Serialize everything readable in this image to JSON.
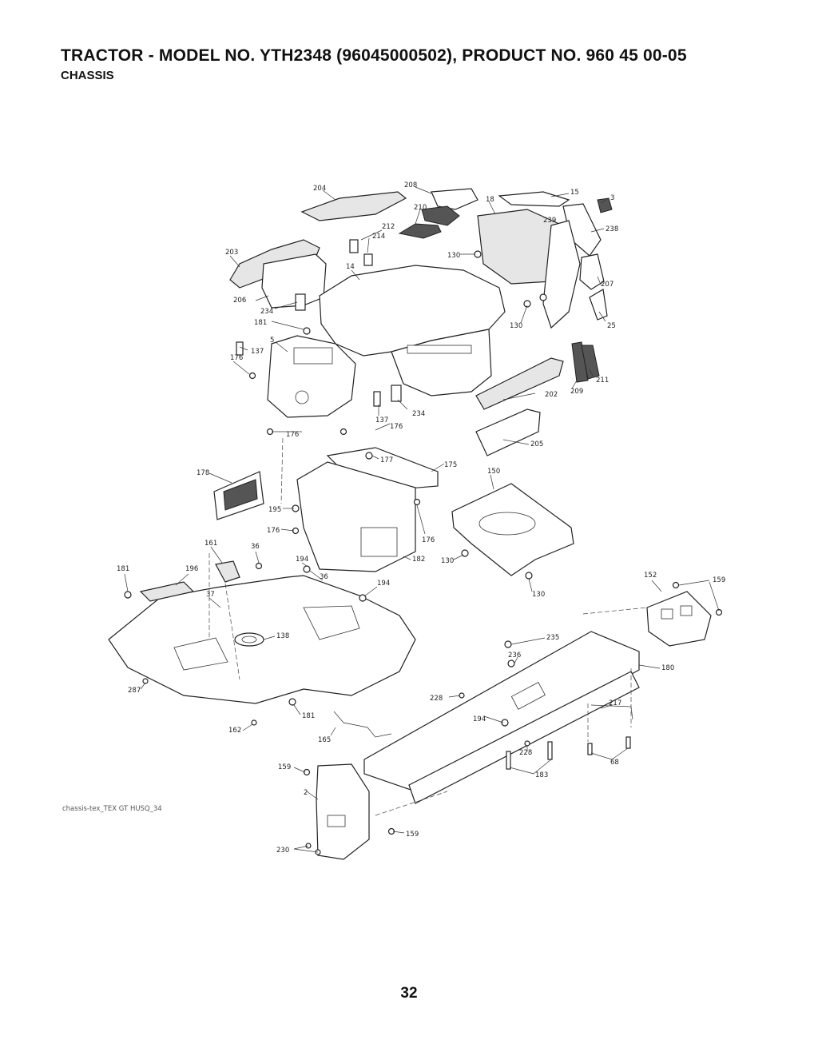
{
  "header": {
    "title": "TRACTOR - MODEL NO. YTH2348 (96045000502), PRODUCT NO. 960 45 00-05",
    "subtitle": "CHASSIS"
  },
  "diagram": {
    "file_reference": "chassis-tex_TEX GT HUSQ_34",
    "callouts": {
      "c204": "204",
      "c208": "208",
      "c210": "210",
      "c18": "18",
      "c15": "15",
      "c3": "3",
      "c212": "212",
      "c214": "214",
      "c239": "239",
      "c238": "238",
      "c203": "203",
      "c130a": "130",
      "c14": "14",
      "c207": "207",
      "c206": "206",
      "c234a": "234",
      "c130b": "130",
      "c25": "25",
      "c181a": "181",
      "c5": "5",
      "c137a": "137",
      "c176a": "176",
      "c211": "211",
      "c209": "209",
      "c202": "202",
      "c137b": "137",
      "c234b": "234",
      "c176b": "176",
      "c176c": "176",
      "c205": "205",
      "c177": "177",
      "c175": "175",
      "c178": "178",
      "c150": "150",
      "c195": "195",
      "c176d": "176",
      "c176e": "176",
      "c161": "161",
      "c36a": "36",
      "c194a": "194",
      "c182": "182",
      "c130c": "130",
      "c181b": "181",
      "c196": "196",
      "c36b": "36",
      "c194b": "194",
      "c130d": "130",
      "c152": "152",
      "c159a": "159",
      "c37": "37",
      "c138": "138",
      "c235": "235",
      "c236": "236",
      "c180": "180",
      "c287": "287",
      "c228a": "228",
      "c217": "217",
      "c181c": "181",
      "c194c": "194",
      "c162": "162",
      "c165": "165",
      "c228b": "228",
      "c68": "68",
      "c183": "183",
      "c159b": "159",
      "c2": "2",
      "c159c": "159",
      "c230": "230"
    }
  },
  "footer": {
    "page_number": "32"
  }
}
